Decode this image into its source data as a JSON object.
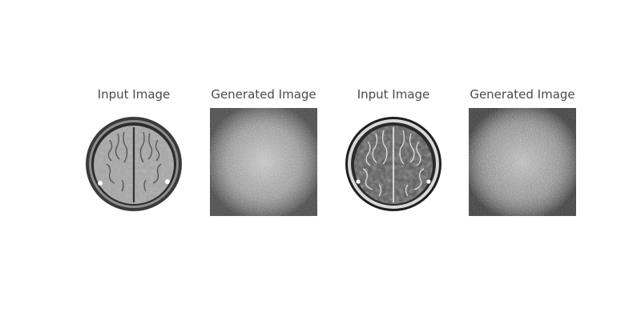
{
  "panels": [
    {
      "title": "Input Image"
    },
    {
      "title": "Generated Image"
    },
    {
      "title": "Input Image"
    },
    {
      "title": "Generated Image"
    }
  ]
}
